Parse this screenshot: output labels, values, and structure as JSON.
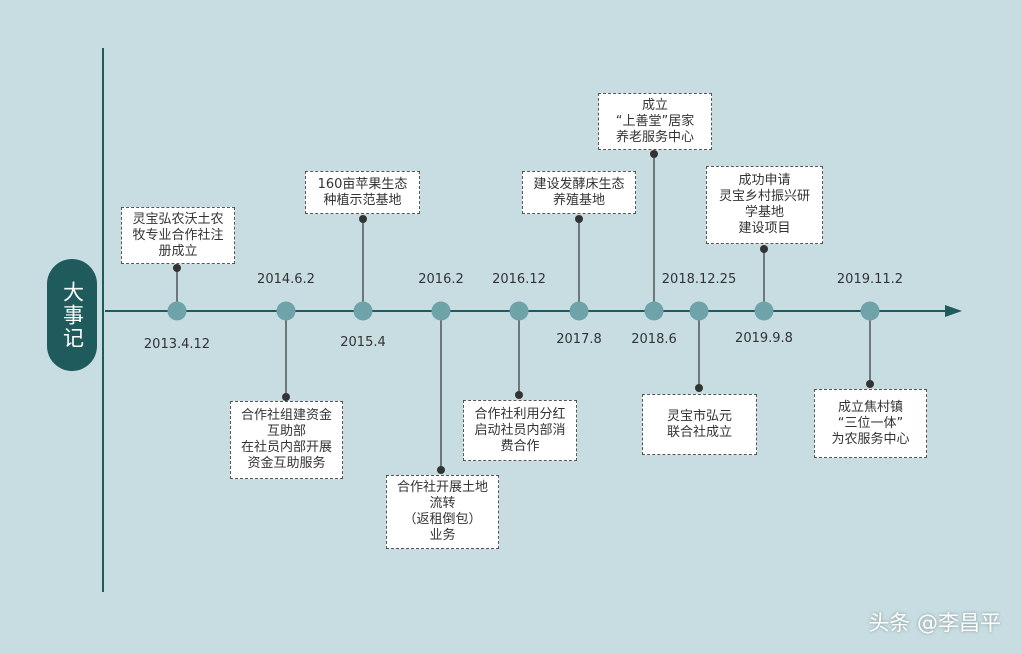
{
  "side_title": "大事记",
  "colors": {
    "background": "#c7dde2",
    "axis": "#1f5a5d",
    "node": "#6fa3aa",
    "pill": "#1f5a5d"
  },
  "events": [
    {
      "date": "2013.4.12",
      "text": "灵宝弘农沃土农\n牧专业合作社注\n册成立"
    },
    {
      "date": "2014.6.2",
      "text": "合作社组建资金\n互助部\n在社员内部开展\n资金互助服务"
    },
    {
      "date": "2015.4",
      "text": "160亩苹果生态\n种植示范基地"
    },
    {
      "date": "2016.2",
      "text": "合作社开展土地\n流转\n（返租倒包）\n业务"
    },
    {
      "date": "2016.12",
      "text": "合作社利用分红\n启动社员内部消\n费合作"
    },
    {
      "date": "2017.8",
      "text": "建设发酵床生态\n养殖基地"
    },
    {
      "date": "2018.6",
      "text": "成立\n“上善堂”居家\n养老服务中心"
    },
    {
      "date": "2018.12.25",
      "text": "灵宝市弘元\n联合社成立"
    },
    {
      "date": "2019.9.8",
      "text": "成功申请\n灵宝乡村振兴研\n学基地\n建设项目"
    },
    {
      "date": "2019.11.2",
      "text": "成立焦村镇\n“三位一体”\n为农服务中心"
    }
  ],
  "watermark": "头条 @李昌平"
}
